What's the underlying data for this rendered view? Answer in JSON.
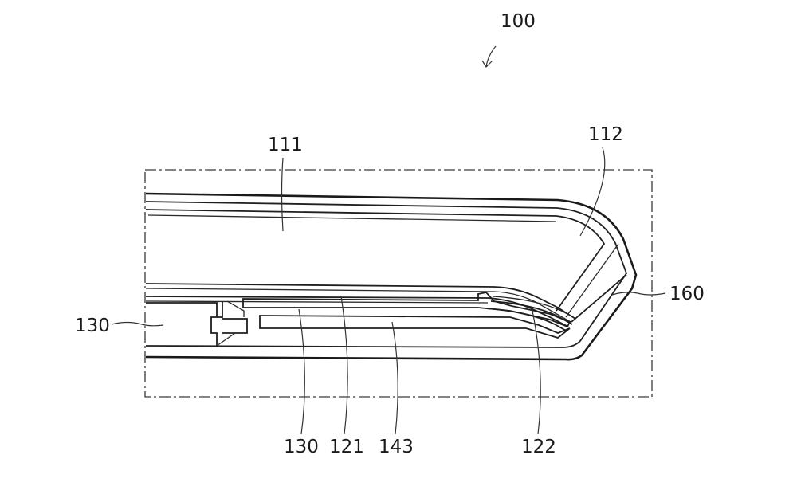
{
  "figure": {
    "labels": {
      "l100": "100",
      "l111": "111",
      "l112": "112",
      "l130_left": "130",
      "l160": "160",
      "l130_bottom": "130",
      "l121": "121",
      "l143": "143",
      "l122": "122"
    }
  }
}
